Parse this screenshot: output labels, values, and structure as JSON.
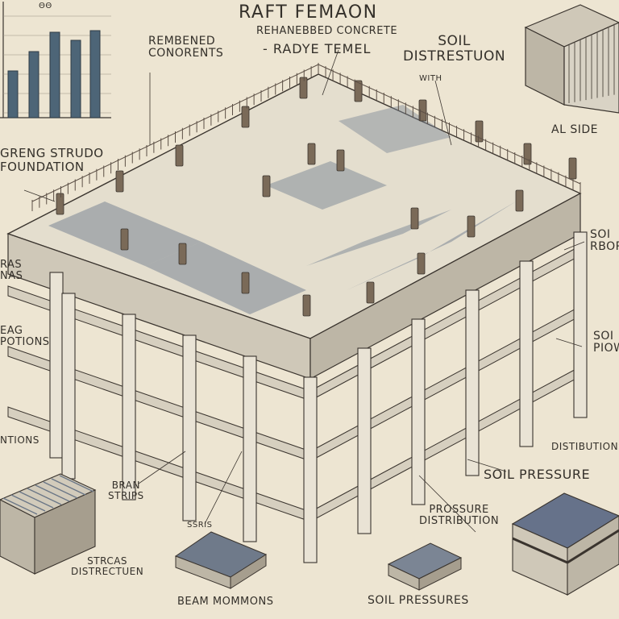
{
  "title": "RAFT FEMAON",
  "subtitle_1": "REHANEBBED CONCRETE",
  "subtitle_2": "- RADYE TEMEL",
  "labels": {
    "top_left_tick": "ΘΘ",
    "reinforced_components": "REMBENED\nCONORENTS",
    "soil_distribution": "SOIL\nDISTRESTUON",
    "with": "WITH",
    "strong_foundation": "GRENG STRUDO\nFOUNDATION",
    "al_side": "AL SIDE",
    "bias": "RAS\nNAS",
    "beam_portions": "EAG\nPOTIONS",
    "soil_right_1": "SOI\nRBOR",
    "soil_right_2": "SOI\nPIOW",
    "sections": "NTIONS",
    "distribution_right": "DISTIBUTIONS",
    "soil_pressure": "SOIL PRESSURE",
    "bram_strips": "BRAN\nSTRIPS",
    "ssris": "SSRIS",
    "pressure_distribution": "PROSSURE\nDISTRIBUTION",
    "stress_distribution": "STRCAS\nDISTRECTUEN",
    "beam_moments": "BEAM MOMMONS",
    "soil_pressures": "SOIL PRESSURES"
  },
  "colors": {
    "background": "#ede5d2",
    "ink": "#34302a",
    "concrete": "#d9d3c5",
    "concrete_shade": "#bdb6a6",
    "rebar": "#6b5d4f",
    "mesh": "#6f7a8a",
    "bar_blue": "#4d6577"
  }
}
